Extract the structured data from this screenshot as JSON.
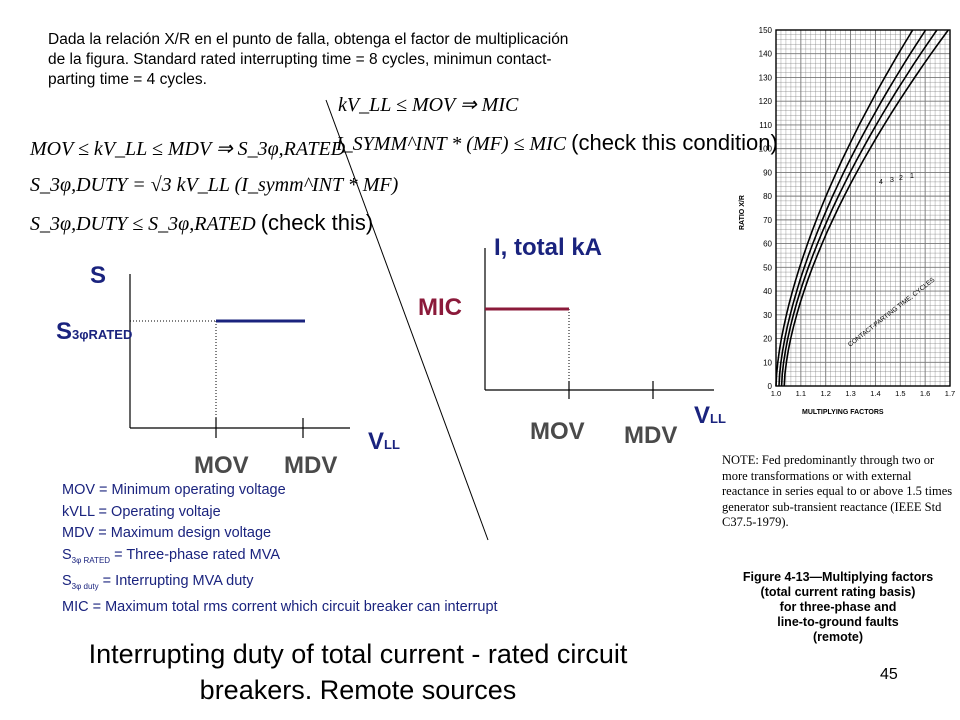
{
  "intro": {
    "line1": "Dada la relación X/R en el punto de falla, obtenga el factor de multiplicación",
    "line2": "de la figura. Standard rated interrupting time =  8  cycles, minimun contact-",
    "line3": "parting time = 4  cycles."
  },
  "equations": {
    "mic_check": "kV_LL ≤ MOV ⇒ MIC",
    "mic_symm_check": "I_SYMM^INT * (MF) ≤ MIC",
    "check_condition": "(check this condition)",
    "mov_range": "MOV ≤ kV_LL ≤ MDV ⇒ S_3φ,RATED",
    "duty_formula": "S_3φ,DUTY = √3 kV_LL (I_symm^INT * MF)",
    "duty_check": "S_3φ,DUTY ≤ S_3φ,RATED",
    "check_this": "(check this)"
  },
  "left_graph": {
    "y_label": "S",
    "rated_label": "S",
    "rated_sub": "3φRATED",
    "x_label": "V",
    "x_sub": "LL",
    "mov_label": "MOV",
    "mdv_label": "MDV"
  },
  "right_graph": {
    "y_label": "I, total kA",
    "mic_label": "MIC",
    "x_label": "V",
    "x_sub": "LL",
    "mov_label": "MOV",
    "mdv_label": "MDV"
  },
  "definitions": [
    {
      "text": "MOV = Minimum operating voltage"
    },
    {
      "text": "kVLL = Operating voltaje"
    },
    {
      "text": "MDV = Maximum design voltage"
    },
    {
      "prefix": "S",
      "sub": "3φ RATED",
      "text": " = Three-phase rated MVA"
    },
    {
      "prefix": "S",
      "sub": "3φ duty",
      "text": " = Interrupting MVA duty"
    },
    {
      "text": "MIC = Maximum total rms corrent which circuit breaker can interrupt"
    }
  ],
  "title": {
    "line1": "Interrupting duty of total current - rated circuit",
    "line2": "breakers. Remote sources"
  },
  "page_number": "45",
  "figure": {
    "y_axis_label": "RATIO X/R",
    "y_ticks": [
      "150",
      "140",
      "130",
      "120",
      "110",
      "100",
      "90",
      "80",
      "70",
      "60",
      "50",
      "40",
      "30",
      "20",
      "10",
      "0"
    ],
    "x_axis_label": "MULTIPLYING FACTORS",
    "x_ticks": [
      "1.0",
      "1.1",
      "1.2",
      "1.3",
      "1.4",
      "1.5",
      "1.6",
      "1.7"
    ],
    "curve_labels": [
      "4",
      "3",
      "2",
      "1"
    ],
    "curve_caption": "CONTACT-PARTING TIME, CYCLES",
    "note": "NOTE: Fed predominantly through two or more transformations or with external reactance in series equal to or above 1.5 times generator sub-transient reactance (IEEE Std C37.5-1979).",
    "caption": {
      "line1": "Figure 4-13—Multiplying factors",
      "line2": "(total current rating basis)",
      "line3": "for three-phase and",
      "line4": "line-to-ground faults",
      "line5": "(remote)"
    }
  },
  "colors": {
    "navy": "#1a237e",
    "maroon": "#8b1a3a",
    "gray": "#4a4a4a"
  }
}
